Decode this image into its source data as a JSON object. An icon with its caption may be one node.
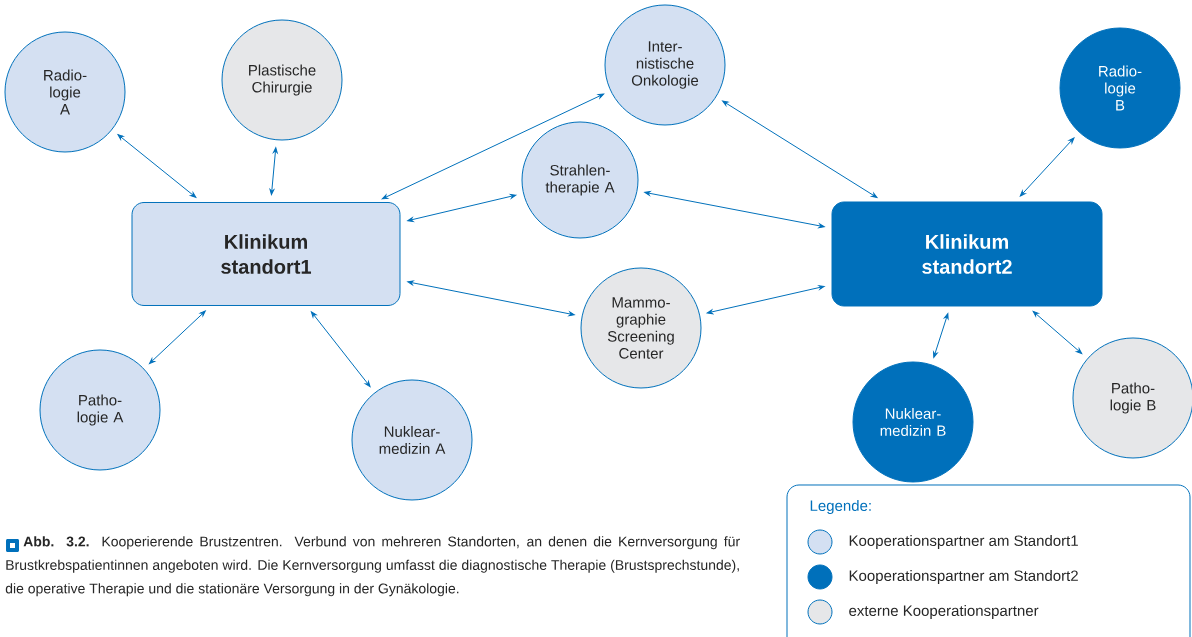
{
  "diagram": {
    "caption": "**Abb. 3.2.** Kooperierende Brustzentren. Verbund von mehreren Standorten, an denen die Kernversorgung für Brustkrebspatientinnen angeboten wird. Die Kernversorgung umfasst die diagnostische Therapie (Brustsprechstunde), die operative Therapie und die stationäre Versorgung in der Gynäkologie.",
    "nodes": [
      {
        "text": [
          "Radio- logie A"
        ]
      },
      {
        "text": [
          "Plastische Chirurgie"
        ]
      },
      {
        "text": [
          "Inter- nistische Onkologie"
        ]
      },
      {
        "text": [
          "Radio- logie B"
        ]
      },
      {
        "text": [
          "Strahlen- therapie A"
        ]
      },
      {
        "text": [
          "Klinikum standort1"
        ]
      },
      {
        "text": [
          "Klinikum standort2"
        ]
      },
      {
        "text": [
          "Mammo- graphie Screening Center"
        ]
      },
      {
        "text": [
          "Patho- logie A"
        ]
      },
      {
        "text": [
          "Nuklear- medizin A"
        ]
      },
      {
        "text": [
          "Nuklear- medizin B"
        ]
      },
      {
        "text": [
          "Patho- logie B"
        ]
      }
    ],
    "edges": [
      {
        "from": 0,
        "to": 5,
        "arrow": "both"
      },
      {
        "from": 1,
        "to": 5,
        "arrow": "both"
      },
      {
        "from": 2,
        "to": 5,
        "arrow": "both"
      },
      {
        "from": 4,
        "to": 5,
        "arrow": "both"
      },
      {
        "from": 7,
        "to": 5,
        "arrow": "both"
      },
      {
        "from": 8,
        "to": 5,
        "arrow": "both"
      },
      {
        "from": 9,
        "to": 5,
        "arrow": "both"
      },
      {
        "from": 2,
        "to": 6,
        "arrow": "both"
      },
      {
        "from": 3,
        "to": 6,
        "arrow": "both"
      },
      {
        "from": 4,
        "to": 6,
        "arrow": "both"
      },
      {
        "from": 7,
        "to": 6,
        "arrow": "both"
      },
      {
        "from": 10,
        "to": 6,
        "arrow": "both"
      },
      {
        "from": 11,
        "to": 6,
        "arrow": "both"
      }
    ],
    "labels": [
      "Legende:"
    ],
    "legend": [
      {
        "text": "Kooperationspartner am Standort1",
        "color": "#d4e0f2"
      },
      {
        "text": "Kooperationspartner am Standort2",
        "color": "#0070bb"
      },
      {
        "text": "externe Kooperationspartner",
        "color": "#e6e7e9"
      }
    ]
  }
}
